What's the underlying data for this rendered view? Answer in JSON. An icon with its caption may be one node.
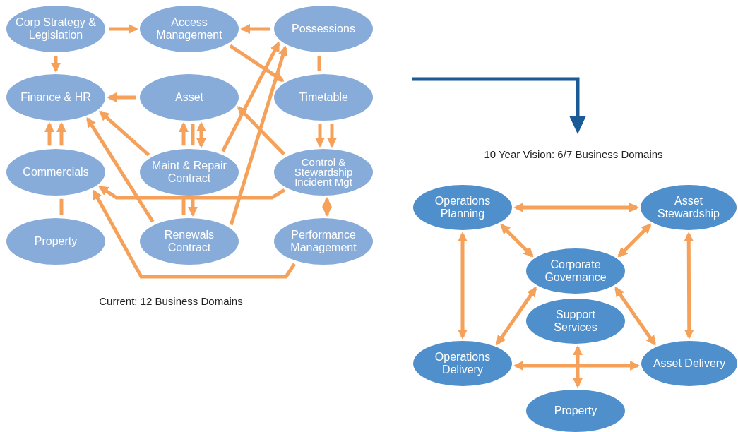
{
  "diagram": {
    "nodes": [
      {
        "text": [
          "Corp Strategy & Legislation"
        ]
      },
      {
        "text": [
          "Access Management"
        ]
      },
      {
        "text": [
          "Possessions"
        ]
      },
      {
        "text": [
          "Finance & HR"
        ]
      },
      {
        "text": [
          "Asset"
        ]
      },
      {
        "text": [
          "Timetable"
        ]
      },
      {
        "text": [
          "Commercials"
        ]
      },
      {
        "text": [
          "Maint & Repair Contract"
        ]
      },
      {
        "text": [
          "Control & Stewardship Incident Mgt"
        ]
      },
      {
        "text": [
          "Property"
        ]
      },
      {
        "text": [
          "Renewals Contract"
        ]
      },
      {
        "text": [
          "Performance Management"
        ]
      },
      {
        "text": [
          "Operations Planning"
        ]
      },
      {
        "text": [
          "Asset Stewardship"
        ]
      },
      {
        "text": [
          "Corporate Governance"
        ]
      },
      {
        "text": [
          "Support Services"
        ]
      },
      {
        "text": [
          "Operations Delivery"
        ]
      },
      {
        "text": [
          "Asset Delivery"
        ]
      },
      {
        "text": [
          "Property"
        ]
      }
    ],
    "edges": [
      {
        "from": 0,
        "to": 1,
        "arrow": "to"
      },
      {
        "from": 2,
        "to": 1,
        "arrow": "to"
      },
      {
        "from": 0,
        "to": 3,
        "arrow": "to"
      },
      {
        "from": 4,
        "to": 3,
        "arrow": "to"
      },
      {
        "from": 1,
        "to": 5,
        "arrow": "to"
      },
      {
        "from": 2,
        "to": 5,
        "arrow": "none"
      },
      {
        "from": 6,
        "to": 3,
        "arrow": "to"
      },
      {
        "from": 6,
        "to": 3,
        "arrow": "to"
      },
      {
        "from": 7,
        "to": 3,
        "arrow": "to"
      },
      {
        "from": 10,
        "to": 3,
        "arrow": "to"
      },
      {
        "from": 7,
        "to": 4,
        "arrow": "to"
      },
      {
        "from": 4,
        "to": 7,
        "arrow": "none"
      },
      {
        "from": 7,
        "to": 4,
        "arrow": "both"
      },
      {
        "from": 7,
        "to": 2,
        "arrow": "to"
      },
      {
        "from": 10,
        "to": 2,
        "arrow": "to"
      },
      {
        "from": 8,
        "to": 4,
        "arrow": "to"
      },
      {
        "from": 5,
        "to": 8,
        "arrow": "to"
      },
      {
        "from": 5,
        "to": 8,
        "arrow": "to"
      },
      {
        "from": 8,
        "to": 6,
        "arrow": "to"
      },
      {
        "from": 8,
        "to": 11,
        "arrow": "both"
      },
      {
        "from": 11,
        "to": 6,
        "arrow": "to"
      },
      {
        "from": 9,
        "to": 6,
        "arrow": "none"
      },
      {
        "from": 12,
        "to": 13,
        "arrow": "both"
      },
      {
        "from": 12,
        "to": 14,
        "arrow": "both"
      },
      {
        "from": 13,
        "to": 14,
        "arrow": "both"
      },
      {
        "from": 12,
        "to": 16,
        "arrow": "both"
      },
      {
        "from": 13,
        "to": 17,
        "arrow": "both"
      },
      {
        "from": 14,
        "to": 16,
        "arrow": "both"
      },
      {
        "from": 14,
        "to": 17,
        "arrow": "both"
      },
      {
        "from": 16,
        "to": 17,
        "arrow": "both"
      },
      {
        "from": 15,
        "to": 18,
        "arrow": "both"
      },
      {
        "from": 10,
        "to": 7,
        "arrow": "none"
      },
      {
        "from": 7,
        "to": 10,
        "arrow": "to"
      }
    ],
    "labels": [
      "Current: 12 Business Domains",
      "10 Year Vision: 6/7 Business Domains"
    ]
  }
}
